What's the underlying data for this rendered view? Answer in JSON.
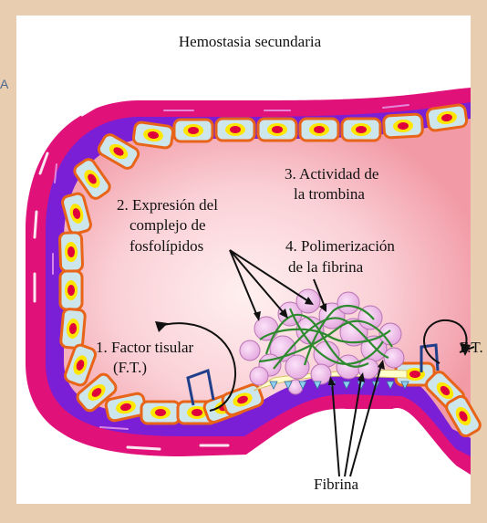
{
  "diagram": {
    "title": "Hemostasia secundaria",
    "labels": {
      "factor_tisular_1": "1. Factor tisular",
      "factor_tisular_2": "(F.T.)",
      "expresion_1": "2. Expresión del",
      "expresion_2": "complejo de",
      "expresion_3": "fosfolípidos",
      "trombina_1": "3. Actividad de",
      "trombina_2": "la trombina",
      "polimerizacion_1": "4. Polimerización",
      "polimerizacion_2": "de la fibrina",
      "ft_right": "F.T.",
      "fibrina": "Fibrina"
    },
    "edge_glyph": "A",
    "colors": {
      "background": "#e8cdb0",
      "outer_wall": "#e0127a",
      "inner_band": "#7a1fd6",
      "lumen": "#f8c6cc",
      "cell_body": "#cde6ec",
      "cell_border": "#e86418",
      "cell_ring": "#ffe600",
      "cell_nucleus": "#e0003c",
      "platelet": "#ecb8e8",
      "fibrin": "#2e8a2e",
      "tissue_factor": "#1f3f8a",
      "subendothelium": "#ffffcc"
    }
  }
}
